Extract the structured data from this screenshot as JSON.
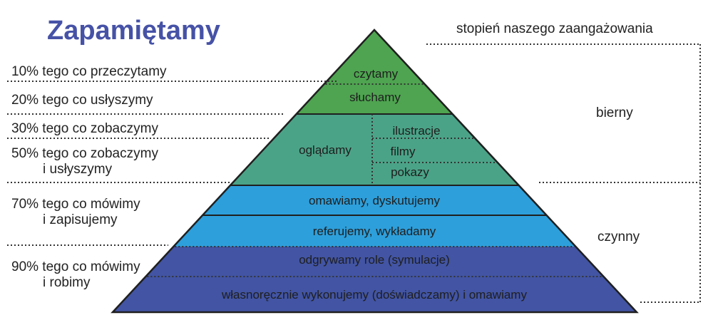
{
  "title": "Zapamiętamy",
  "engagement_header": "stopień naszego zaangażowania",
  "retention_labels": [
    {
      "line1": "10% tego co przeczytamy",
      "line2": ""
    },
    {
      "line1": "20% tego co usłyszymy",
      "line2": ""
    },
    {
      "line1": "30% tego co zobaczymy",
      "line2": ""
    },
    {
      "line1": "50% tego co zobaczymy",
      "line2": "i usłyszymy"
    },
    {
      "line1": "70% tego co mówimy",
      "line2": "i zapisujemy"
    },
    {
      "line1": "90% tego co mówimy",
      "line2": "i robimy"
    }
  ],
  "pyramid_levels": [
    {
      "label": "czytamy",
      "color": "#4ea450"
    },
    {
      "label": "słuchamy",
      "color": "#4ea450"
    },
    {
      "label": "oglądamy",
      "color": "#4ba387",
      "sub_items": [
        "ilustracje",
        "filmy",
        "pokazy"
      ]
    },
    {
      "label": "omawiamy, dyskutujemy",
      "color": "#2d9fdb"
    },
    {
      "label": "referujemy, wykładamy",
      "color": "#2d9fdb"
    },
    {
      "label": "odgrywamy role (symulacje)",
      "color": "#4254a3"
    },
    {
      "label": "własnoręcznie wykonujemy (doświadczamy) i omawiamy",
      "color": "#4254a3"
    }
  ],
  "engagement_levels": {
    "passive": "bierny",
    "active": "czynny"
  },
  "colors": {
    "title": "#4652a6",
    "divider": "#333333",
    "outline": "#1f1f1f"
  }
}
